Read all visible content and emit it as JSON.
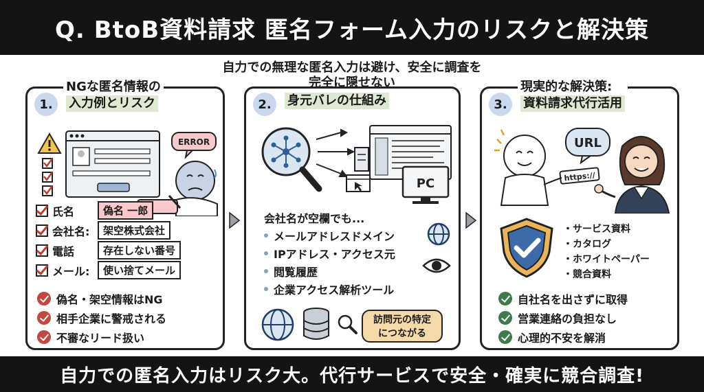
{
  "title": "Q. BtoB資料請求 匿名フォーム入力のリスクと解決策",
  "subtitle": {
    "line1": "自力での無理な匿名入力は避け、安全に調査を",
    "line2": "完全に隠せない"
  },
  "panels": [
    {
      "number": "1.",
      "heading_line1": "NGな匿名情報の",
      "heading_line2": "入力例とリスク",
      "error_label": "ERROR",
      "fields": [
        {
          "label": "氏名",
          "value": "偽名 一郎"
        },
        {
          "label": "会社名:",
          "value": "架空株式会社"
        },
        {
          "label": "電話",
          "value": "存在しない番号"
        },
        {
          "label": "メール:",
          "value": "使い捨てメール"
        }
      ],
      "risks": [
        "偽名・架空情報はNG",
        "相手企業に警戒される",
        "不審なリード扱い"
      ]
    },
    {
      "number": "2.",
      "heading_line1": "",
      "heading_line2": "身元バレの仕組み",
      "pc_label": "PC",
      "lead": "会社名が空欄でも...",
      "items": [
        "メールアドレスドメイン",
        "IPアドレス・アクセス元",
        "閲覧履歴",
        "企業アクセス解析ツール"
      ],
      "callout_line1": "訪問元の特定",
      "callout_line2": "につながる"
    },
    {
      "number": "3.",
      "heading_line1": "現実的な解決策:",
      "heading_line2": "資料請求代行活用",
      "url_bubble": "URL",
      "url_card": "https://",
      "materials": [
        "・サービス資料",
        "・カタログ",
        "・ホワイトペーパー",
        "・競合資料"
      ],
      "benefits": [
        "自社名を出さずに取得",
        "営業連絡の負担なし",
        "心理的不安を解消"
      ]
    }
  ],
  "footer": "自力での匿名入力はリスク大。代行サービスで安全・確実に競合調査!",
  "colors": {
    "bar": "#141414",
    "risk_red": "#c0483f",
    "ok_green": "#3f7a4c",
    "number_blue": "#c9d8ec",
    "heading_green": "#dfe8d2",
    "callout_orange": "#f5d9a8"
  }
}
